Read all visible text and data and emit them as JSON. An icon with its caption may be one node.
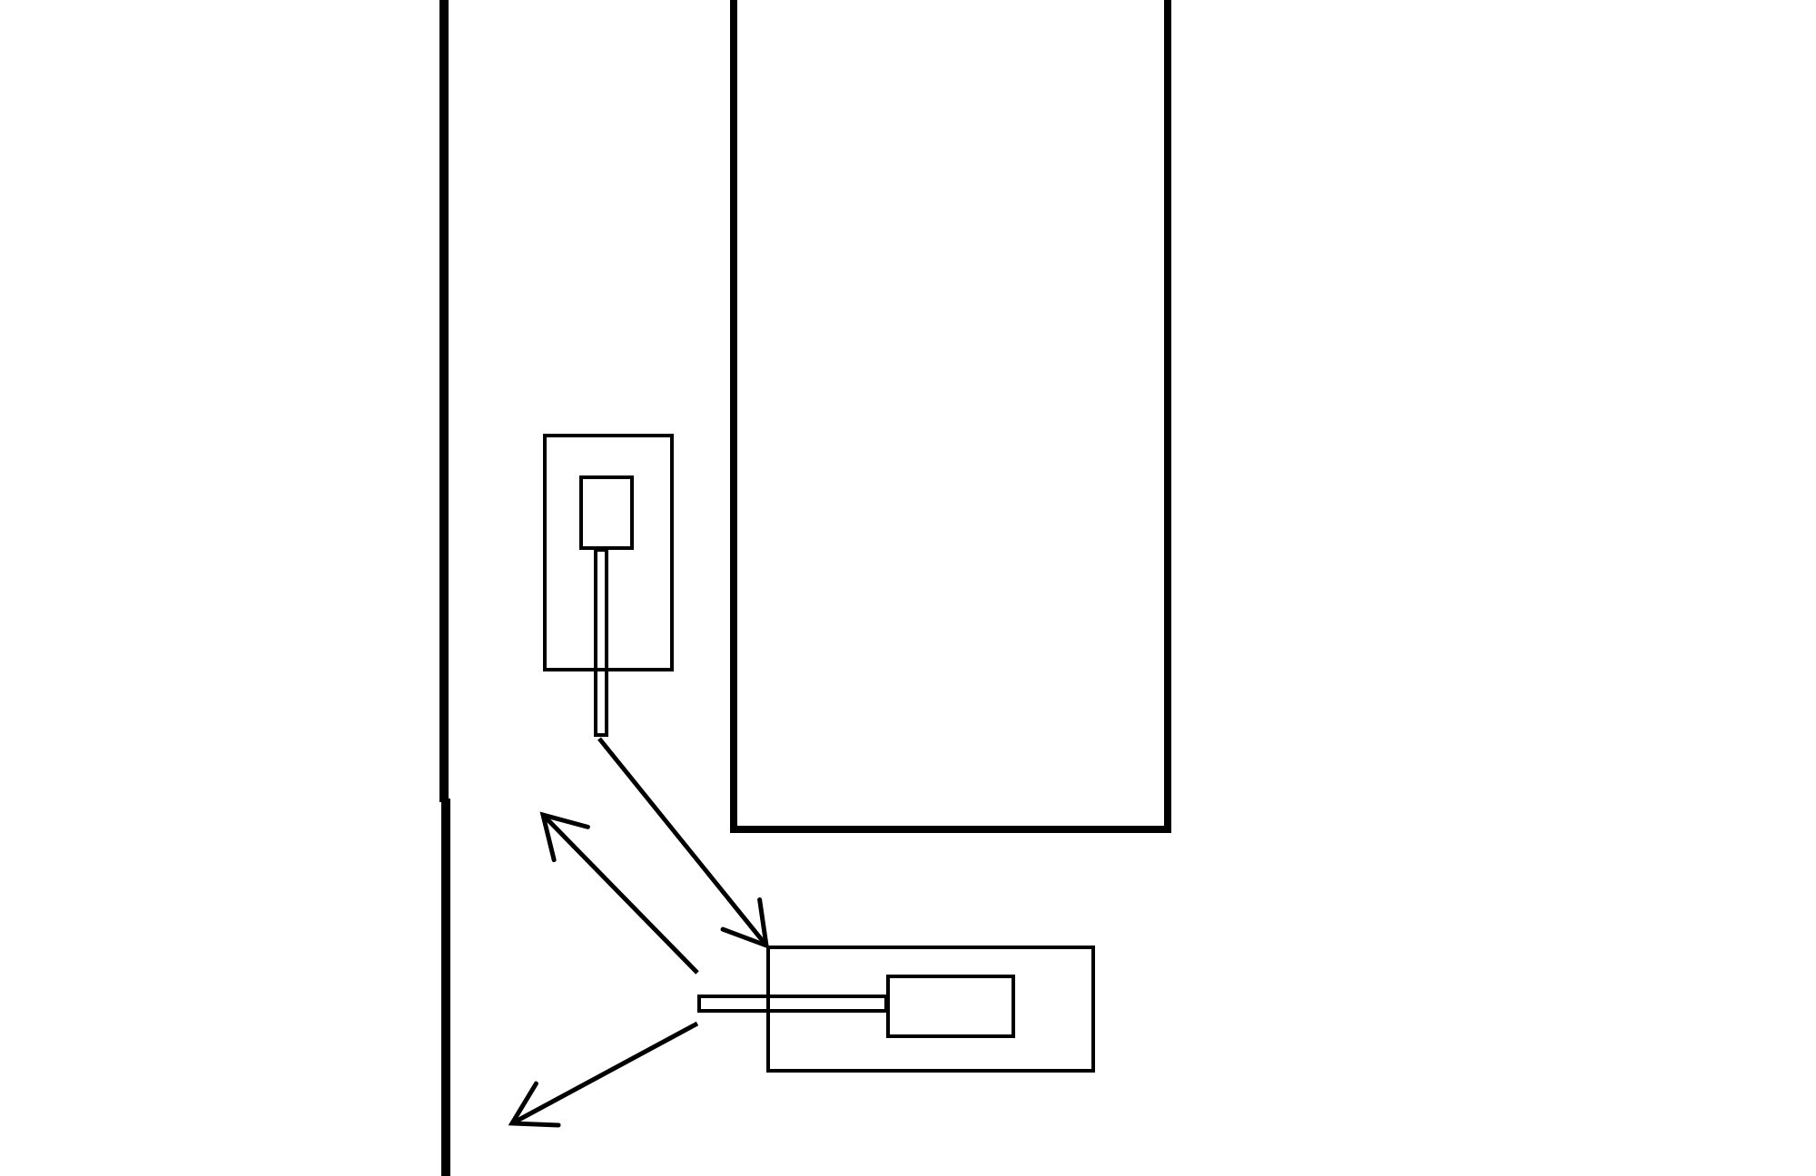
{
  "diagram": {
    "nodes": [
      {
        "text": [],
        "shape": "box"
      },
      {
        "text": [],
        "shape": "box"
      },
      {
        "text": [],
        "shape": "box",
        "in": 1
      },
      {
        "text": [],
        "shape": "box"
      },
      {
        "text": [],
        "shape": "box",
        "in": 3
      }
    ],
    "edges": [
      {
        "from": 1,
        "to": 3,
        "arrow": "to"
      },
      {
        "from": 3,
        "to": null,
        "arrow": "to"
      },
      {
        "from": 3,
        "to": null,
        "arrow": "to"
      }
    ]
  }
}
